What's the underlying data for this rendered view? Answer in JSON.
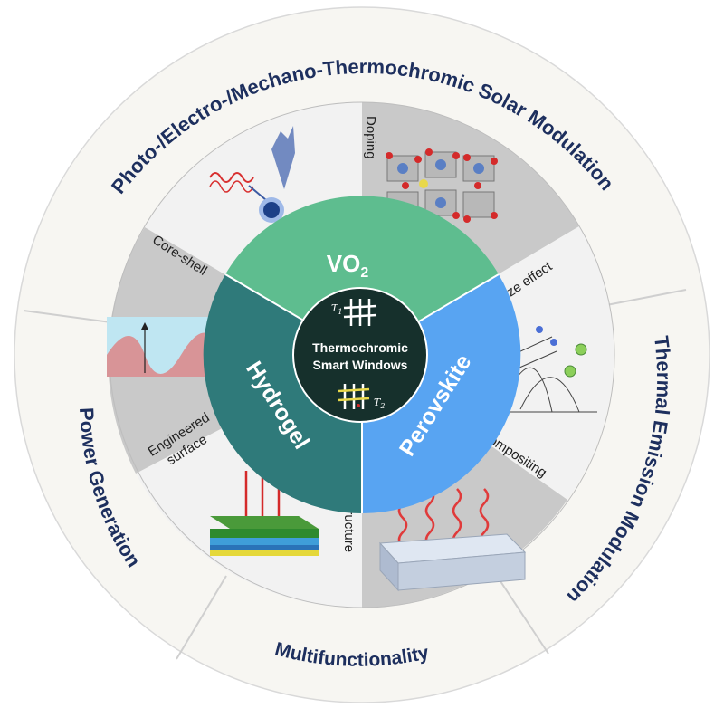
{
  "center": {
    "line1": "Thermochromic",
    "line2": "Smart Windows",
    "t1": "T",
    "t1_sub": "1",
    "t2": "T",
    "t2_sub": "2"
  },
  "core": {
    "vo2_main": "VO",
    "vo2_sub": "2",
    "hydrogel": "Hydrogel",
    "perovskite": "Perovskite"
  },
  "middle": {
    "doping": "Doping",
    "size_effect": "Size effect",
    "compositing": "Compositing",
    "layer_structure": "Layer structure",
    "engineered_1": "Engineered",
    "engineered_2": "surface",
    "core_shell": "Core-shell"
  },
  "outer": {
    "top": "Photo-/Electro-/Mechano-Thermochromic Solar Modulation",
    "right": "Thermal Emission Modulation",
    "bottom": "Multifunctionality",
    "left": "Power Generation"
  },
  "colors": {
    "vo2": "#5ebd8f",
    "hydrogel": "#2f7a7a",
    "perovskite": "#58a4f2",
    "center": "#16302c",
    "outer_ring": "#f7f6f2",
    "outer_text": "#1d2f5e",
    "middle_light": "#f2f2f2",
    "middle_dark": "#c9c9c9"
  }
}
